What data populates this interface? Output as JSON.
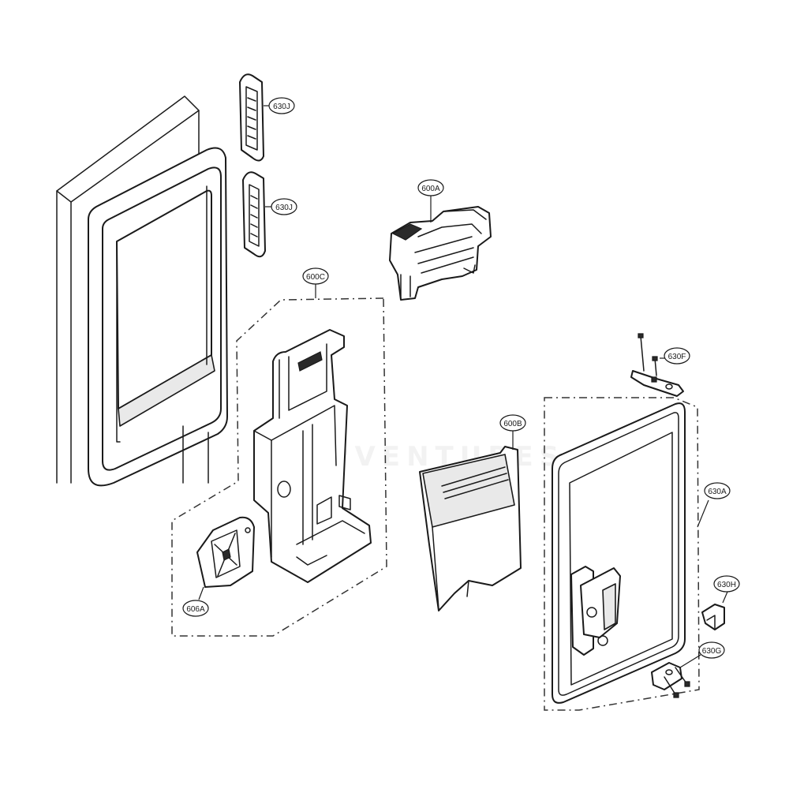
{
  "callouts": [
    {
      "id": "630J-top",
      "label": "630J"
    },
    {
      "id": "630J-bottom",
      "label": "630J"
    },
    {
      "id": "600A",
      "label": "600A"
    },
    {
      "id": "600C",
      "label": "600C"
    },
    {
      "id": "630F",
      "label": "630F"
    },
    {
      "id": "600B",
      "label": "600B"
    },
    {
      "id": "630A",
      "label": "630A"
    },
    {
      "id": "630H",
      "label": "630H"
    },
    {
      "id": "630G",
      "label": "630G"
    },
    {
      "id": "606A",
      "label": "606A"
    }
  ],
  "watermark": "A SPVENTURES",
  "colors": {
    "line": "#1a1a1a",
    "background": "#ffffff",
    "shade": "#e9e9e9"
  }
}
